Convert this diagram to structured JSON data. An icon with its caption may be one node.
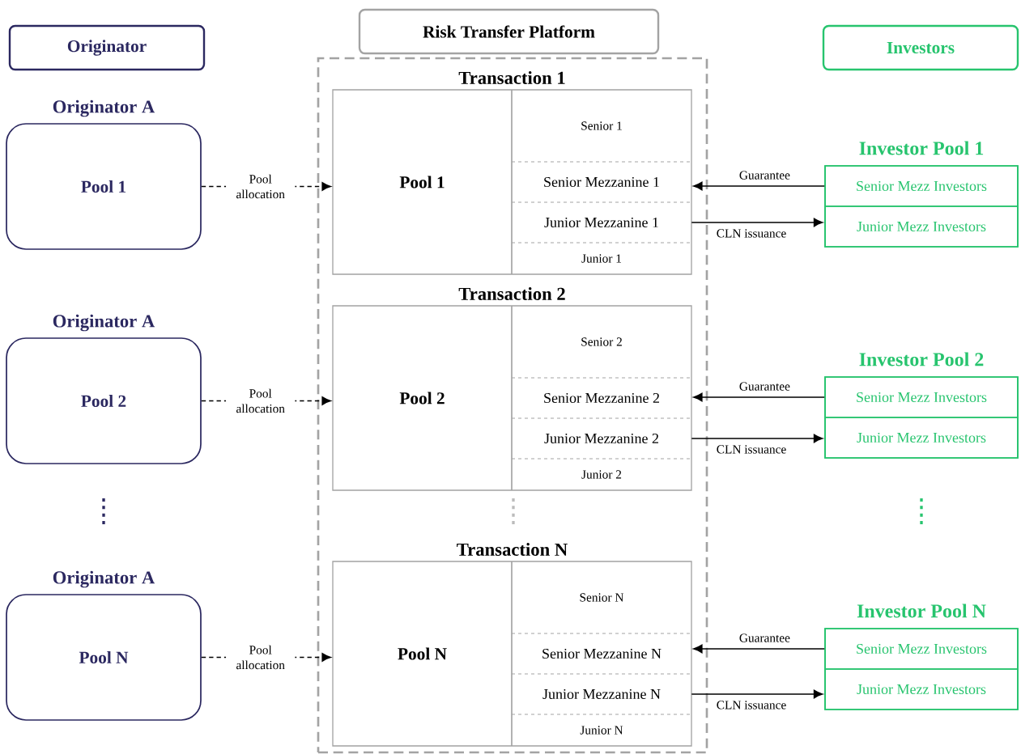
{
  "diagram": {
    "nodes": [
      {
        "text": [
          "Originator"
        ]
      },
      {
        "text": [
          "Risk Transfer Platform"
        ]
      },
      {
        "text": [
          "Investors"
        ]
      },
      {
        "text": [],
        "shape": "box"
      },
      {
        "text": [
          "Originator A",
          "Pool 1"
        ]
      },
      {
        "text": [
          "Transaction 1"
        ],
        "in": 3
      },
      {
        "text": [
          "Pool 1"
        ],
        "in": 5
      },
      {
        "text": [
          "Senior 1"
        ],
        "in": 5
      },
      {
        "text": [
          "Senior Mezzanine 1"
        ],
        "in": 5
      },
      {
        "text": [
          "Junior Mezzanine 1"
        ],
        "in": 5
      },
      {
        "text": [
          "Junior 1"
        ],
        "in": 5
      },
      {
        "text": [
          "Investor Pool 1"
        ]
      },
      {
        "text": [
          "Senior Mezz Investors"
        ],
        "in": 11
      },
      {
        "text": [
          "Junior Mezz Investors"
        ],
        "in": 11
      },
      {
        "text": [
          "Originator A",
          "Pool 2"
        ]
      },
      {
        "text": [
          "Transaction 2"
        ],
        "in": 3
      },
      {
        "text": [
          "Pool 2"
        ],
        "in": 15
      },
      {
        "text": [
          "Senior 2"
        ],
        "in": 15
      },
      {
        "text": [
          "Senior Mezzanine 2"
        ],
        "in": 15
      },
      {
        "text": [
          "Junior Mezzanine 2"
        ],
        "in": 15
      },
      {
        "text": [
          "Junior 2"
        ],
        "in": 15
      },
      {
        "text": [
          "Investor Pool 2"
        ]
      },
      {
        "text": [
          "Senior Mezz Investors"
        ],
        "in": 21
      },
      {
        "text": [
          "Junior Mezz Investors"
        ],
        "in": 21
      },
      {
        "text": [
          "Originator A",
          "Pool N"
        ]
      },
      {
        "text": [
          "Transaction N"
        ],
        "in": 3
      },
      {
        "text": [
          "Pool N"
        ],
        "in": 25
      },
      {
        "text": [
          "Senior N"
        ],
        "in": 25
      },
      {
        "text": [
          "Senior Mezzanine N"
        ],
        "in": 25
      },
      {
        "text": [
          "Junior Mezzanine N"
        ],
        "in": 25
      },
      {
        "text": [
          "Junior N"
        ],
        "in": 25
      },
      {
        "text": [
          "Investor Pool N"
        ]
      },
      {
        "text": [
          "Senior Mezz Investors"
        ],
        "in": 31
      },
      {
        "text": [
          "Junior Mezz Investors"
        ],
        "in": 31
      }
    ],
    "edges": [
      {
        "from": 4,
        "to": 6,
        "arrow": "to",
        "style": "dashed",
        "label": "Pool allocation"
      },
      {
        "from": 12,
        "to": 8,
        "arrow": "to",
        "label": "Guarantee"
      },
      {
        "from": 9,
        "to": 13,
        "arrow": "to",
        "label": "CLN issuance"
      },
      {
        "from": 14,
        "to": 16,
        "arrow": "to",
        "style": "dashed",
        "label": "Pool allocation"
      },
      {
        "from": 22,
        "to": 18,
        "arrow": "to",
        "label": "Guarantee"
      },
      {
        "from": 19,
        "to": 23,
        "arrow": "to",
        "label": "CLN issuance"
      },
      {
        "from": 24,
        "to": 26,
        "arrow": "to",
        "style": "dashed",
        "label": "Pool allocation"
      },
      {
        "from": 32,
        "to": 28,
        "arrow": "to",
        "label": "Guarantee"
      },
      {
        "from": 29,
        "to": 33,
        "arrow": "to",
        "label": "CLN issuance"
      }
    ]
  }
}
